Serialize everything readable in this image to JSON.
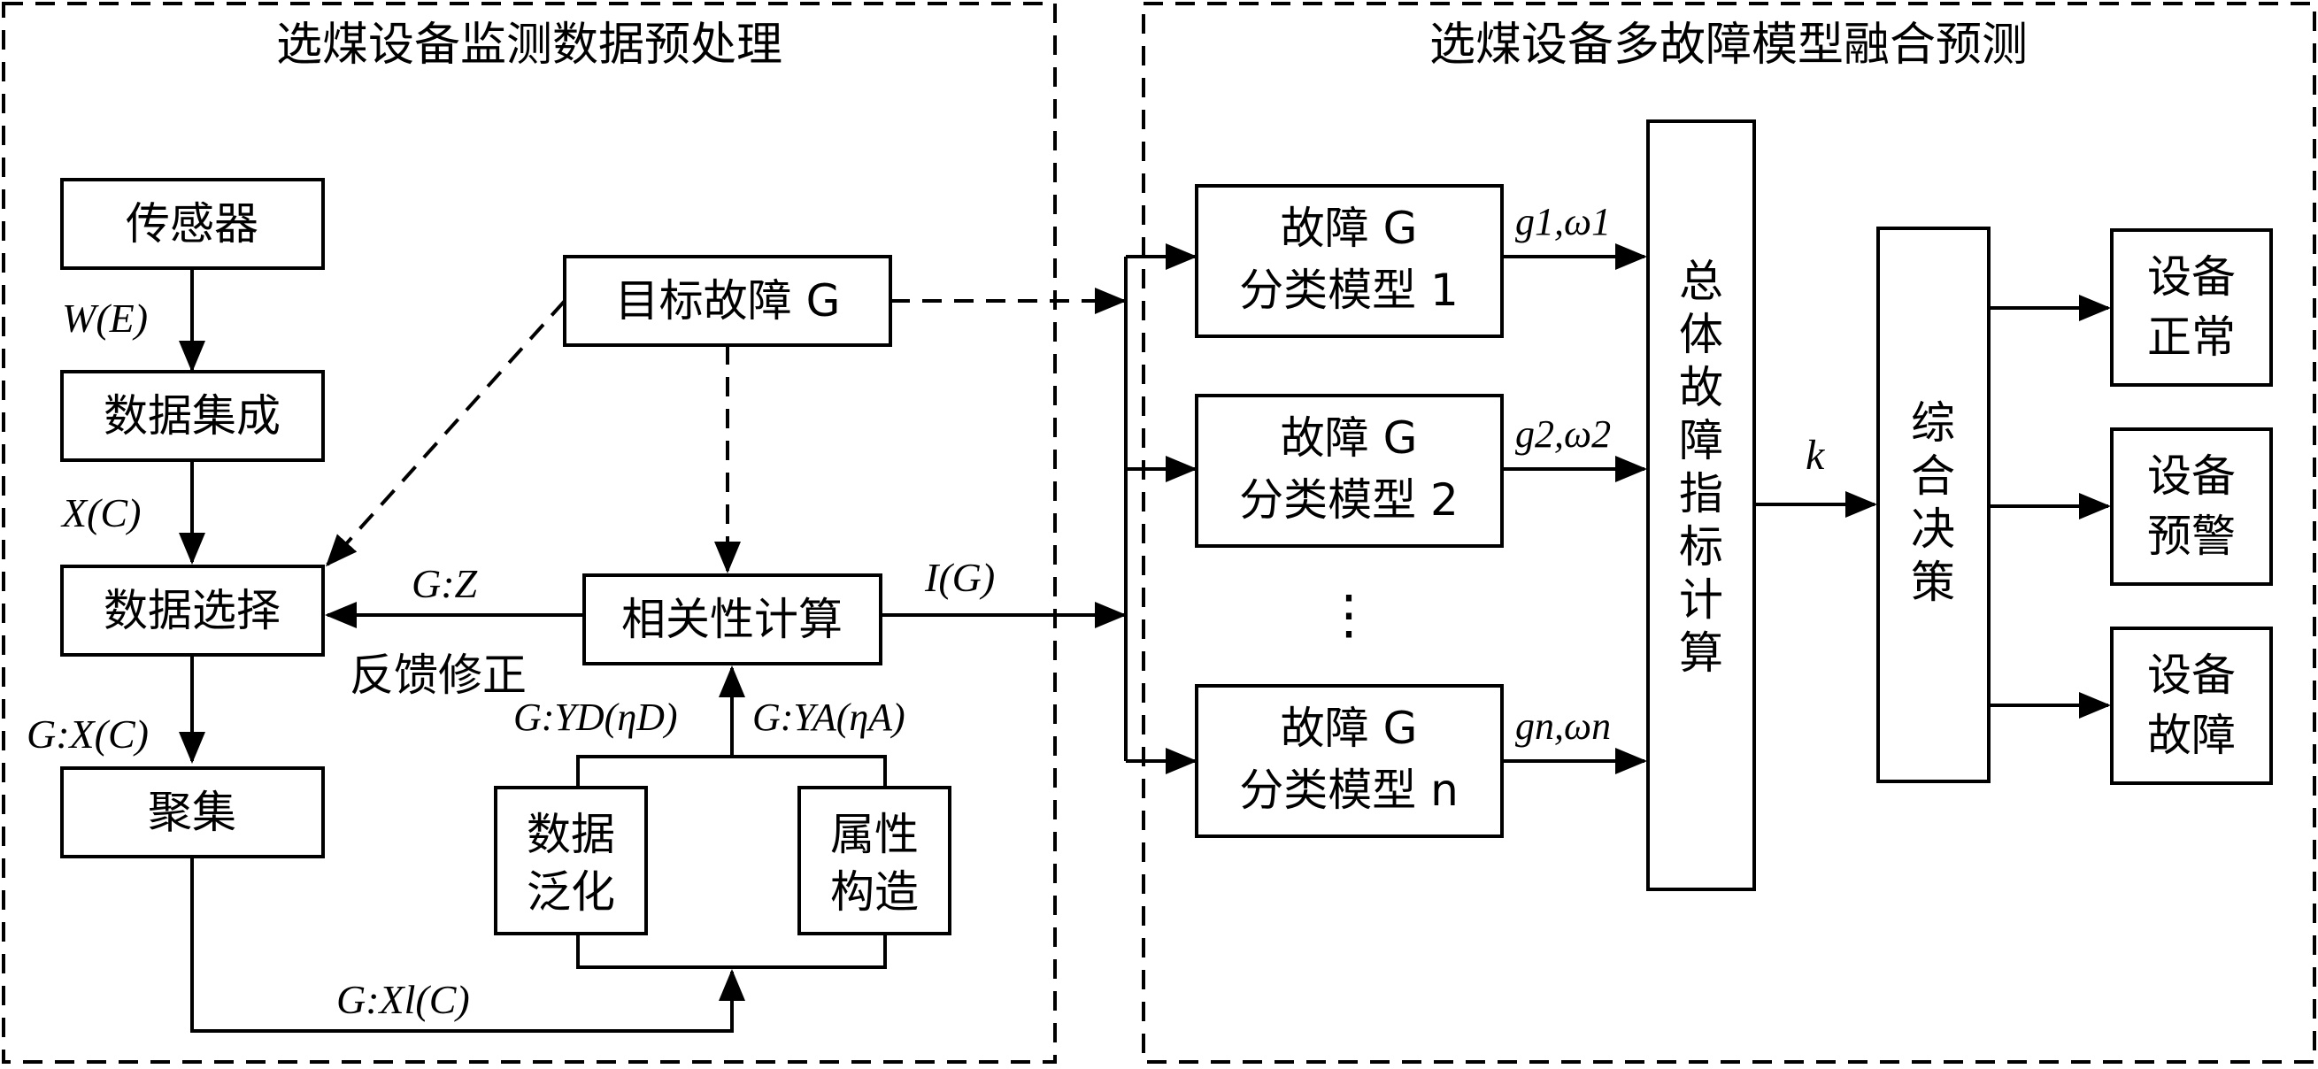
{
  "sections": {
    "left_title": "选煤设备监测数据预处理",
    "right_title": "选煤设备多故障模型融合预测"
  },
  "boxes": {
    "sensor": "传感器",
    "data_integration": "数据集成",
    "data_selection": "数据选择",
    "clustering": "聚集",
    "target_fault": "目标故障 G",
    "correlation": "相关性计算",
    "data_generalization_l1": "数据",
    "data_generalization_l2": "泛化",
    "attr_construction_l1": "属性",
    "attr_construction_l2": "构造",
    "model1_l1": "故障 G",
    "model1_l2": "分类模型 1",
    "model2_l1": "故障 G",
    "model2_l2": "分类模型 2",
    "modeln_l1": "故障 G",
    "modeln_l2": "分类模型 n",
    "overall_index": [
      "总",
      "体",
      "故",
      "障",
      "指",
      "标",
      "计",
      "算"
    ],
    "decision": [
      "综",
      "合",
      "决",
      "策"
    ],
    "normal_l1": "设备",
    "normal_l2": "正常",
    "warning_l1": "设备",
    "warning_l2": "预警",
    "fault_l1": "设备",
    "fault_l2": "故障"
  },
  "labels": {
    "w_e": "W(E)",
    "x_c": "X(C)",
    "g_x_c": "G:X(C)",
    "g_z": "G:Z",
    "feedback": "反馈修正",
    "i_g": "I(G)",
    "g_yd": "G:YD(ηD)",
    "g_ya": "G:YA(ηA)",
    "g_xl_c": "G:Xl(C)",
    "g1_w1": "g1,ω1",
    "g2_w2": "g2,ω2",
    "gn_wn": "gn,ωn",
    "ellipsis": "⋮",
    "k": "k"
  }
}
